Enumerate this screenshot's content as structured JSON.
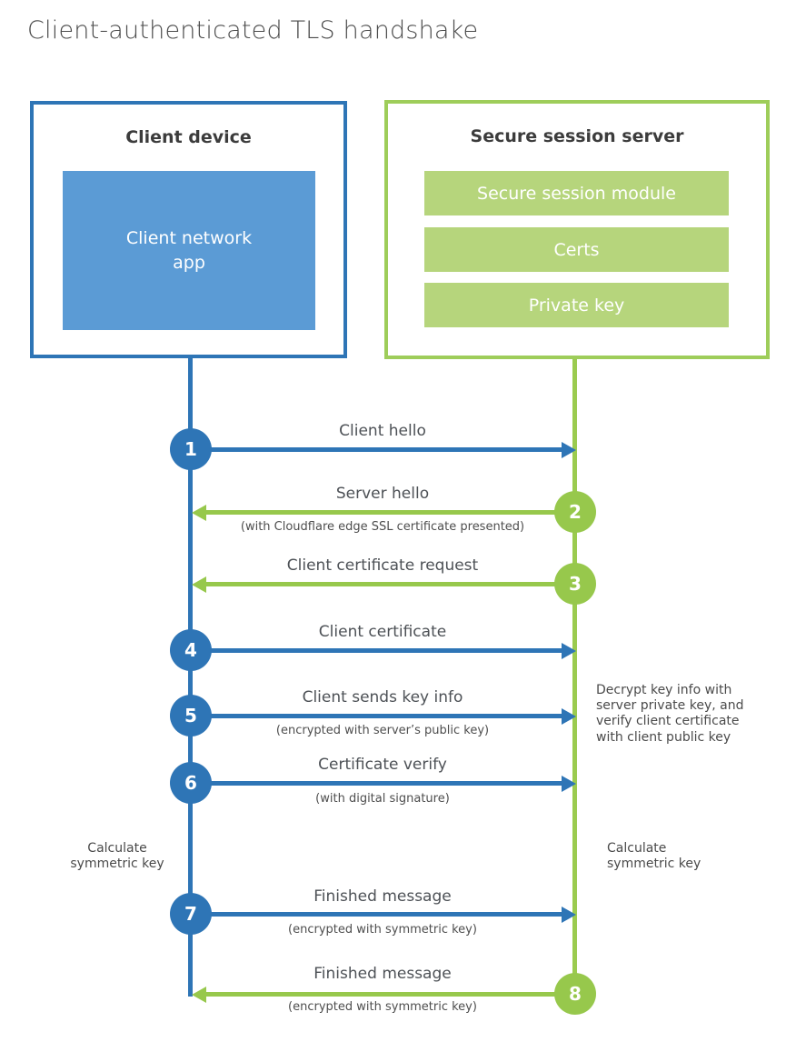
{
  "title": "Client-authenticated TLS handshake",
  "colors": {
    "blue": "#2e75b6",
    "blue_light": "#5b9bd5",
    "green": "#97c84c",
    "green_border": "#9ecd5a",
    "green_light": "#b6d57c",
    "label_text": "#4d5156"
  },
  "client": {
    "title": "Client device",
    "app_label": "Client network\napp"
  },
  "server": {
    "title": "Secure session server",
    "modules": [
      "Secure session module",
      "Certs",
      "Private key"
    ]
  },
  "messages": [
    {
      "num": "1",
      "label": "Client hello",
      "sub": "",
      "direction": "client-to-server"
    },
    {
      "num": "2",
      "label": "Server hello",
      "sub": "(with Cloudflare edge SSL certificate presented)",
      "direction": "server-to-client"
    },
    {
      "num": "3",
      "label": "Client certificate request",
      "sub": "",
      "direction": "server-to-client"
    },
    {
      "num": "4",
      "label": "Client certificate",
      "sub": "",
      "direction": "client-to-server"
    },
    {
      "num": "5",
      "label": "Client sends key info",
      "sub": "(encrypted with server’s public key)",
      "direction": "client-to-server"
    },
    {
      "num": "6",
      "label": "Certificate verify",
      "sub": "(with digital signature)",
      "direction": "client-to-server"
    },
    {
      "num": "7",
      "label": "Finished message",
      "sub": "(encrypted with symmetric key)",
      "direction": "client-to-server"
    },
    {
      "num": "8",
      "label": "Finished message",
      "sub": "(encrypted with symmetric key)",
      "direction": "server-to-client"
    }
  ],
  "annotations": {
    "decrypt_note": "Decrypt key info with\nserver private key, and\nverify client certificate\nwith client public key",
    "calc_left": "Calculate\nsymmetric key",
    "calc_right": "Calculate\nsymmetric key"
  }
}
